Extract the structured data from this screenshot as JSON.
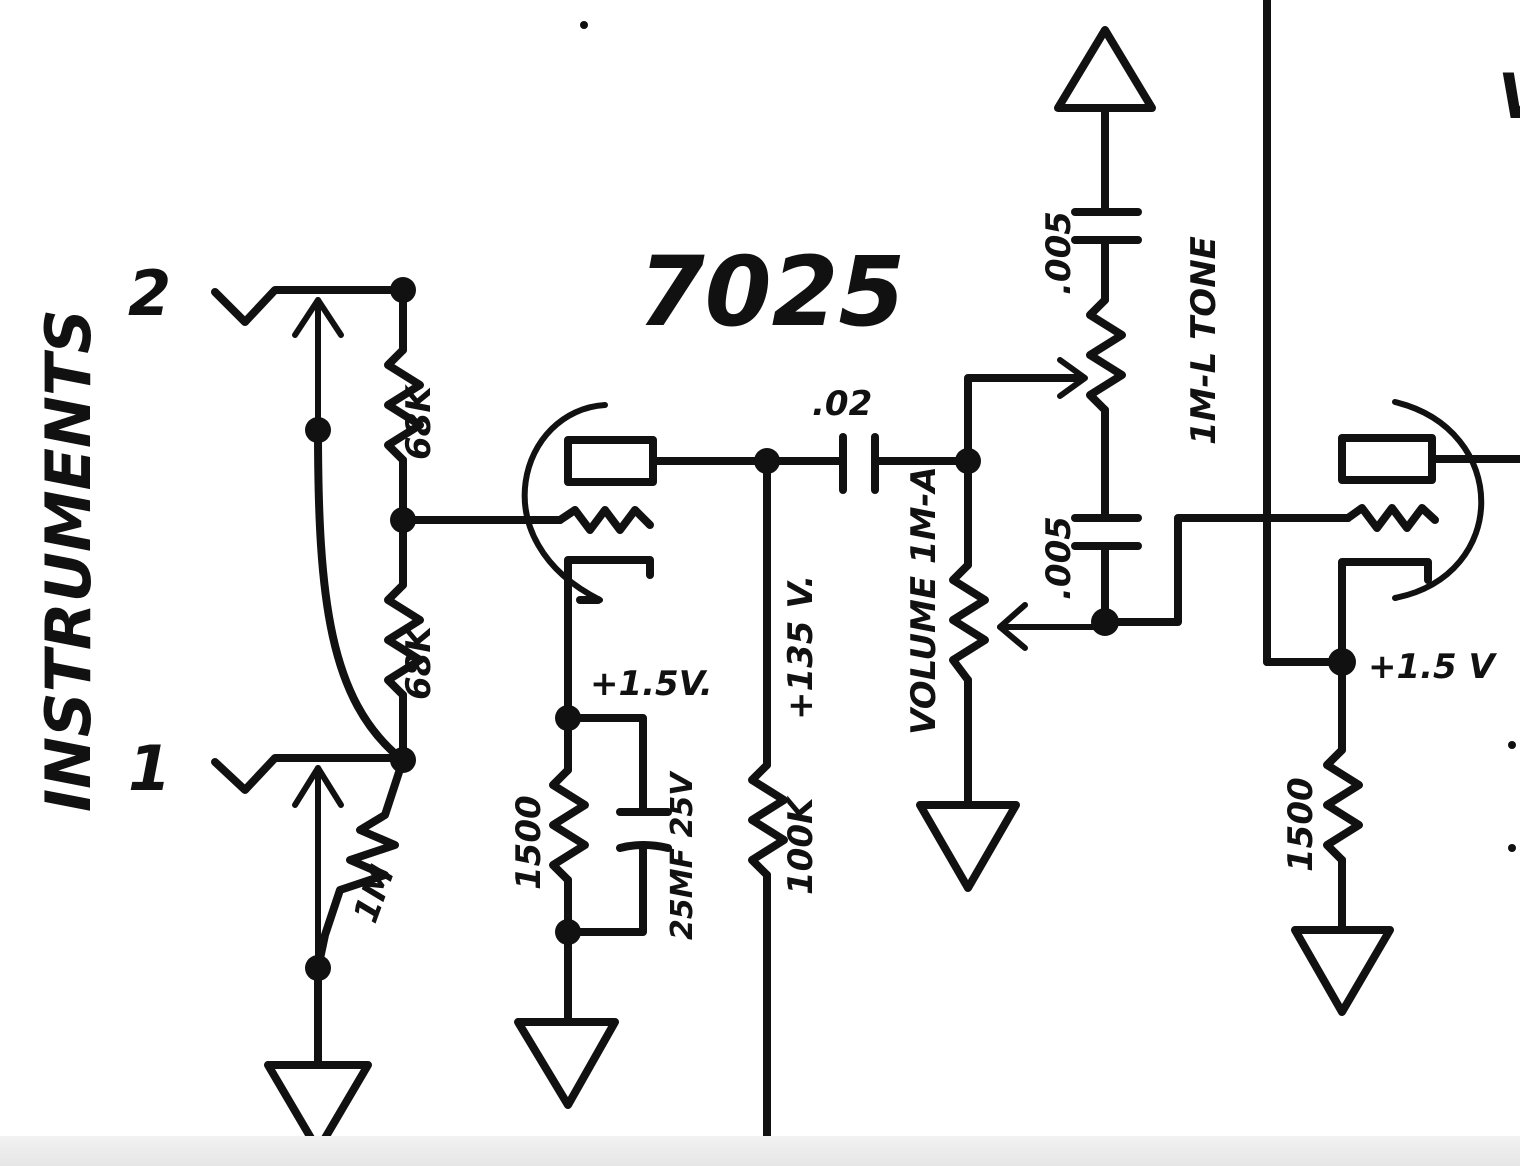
{
  "tube_label": "7025",
  "input_section_label": "INSTRUMENTS",
  "inputs": {
    "jack_2": "2",
    "jack_1": "1"
  },
  "resistors": {
    "r_68k_top": "68K",
    "r_68k_bottom": "68K",
    "r_1m_input": "1M",
    "r_cathode_1": "1500",
    "r_plate_load": "100K",
    "r_cathode_2": "1500"
  },
  "capacitors": {
    "c_coupling": ".02",
    "c_bypass": "25MF 25V",
    "c_tone_top": ".005",
    "c_tone_bottom": ".005"
  },
  "pots": {
    "volume": "VOLUME 1M-A",
    "tone": "1M-L TONE"
  },
  "voltages": {
    "cathode_1": "+1.5V.",
    "plate_supply": "+135 V.",
    "cathode_2": "+1.5 V"
  },
  "cut_off_text": "V"
}
